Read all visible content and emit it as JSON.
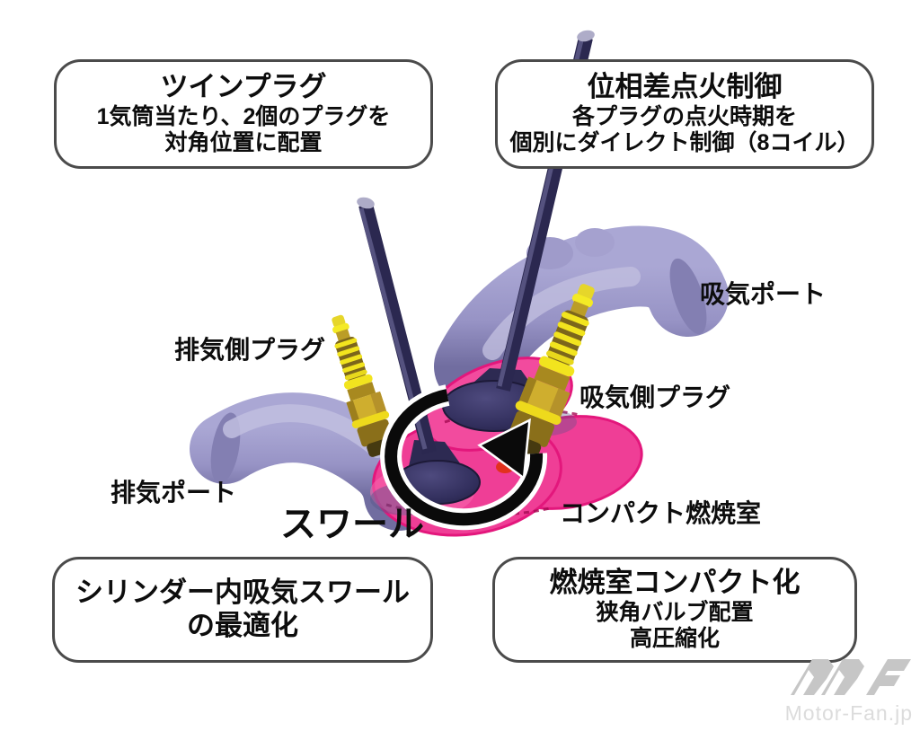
{
  "figure": {
    "callouts": {
      "twin_plug": {
        "title": "ツインプラグ",
        "lines": [
          "1気筒当たり、2個のプラグを",
          "対角位置に配置"
        ]
      },
      "phase_ignition": {
        "title": "位相差点火制御",
        "lines": [
          "各プラグの点火時期を",
          "個別にダイレクト制御（8コイル）"
        ]
      },
      "swirl_optimization": {
        "lines": [
          "シリンダー内吸気スワール",
          "の最適化"
        ]
      },
      "compact_chamber": {
        "title": "燃焼室コンパクト化",
        "lines": [
          "狭角バルブ配置",
          "高圧縮化"
        ]
      }
    },
    "labels": {
      "intake_port": "吸気ポート",
      "exhaust_side_plug": "排気側プラグ",
      "intake_side_plug": "吸気側プラグ",
      "exhaust_port": "排気ポート",
      "swirl": "スワール",
      "compact_combustion_chamber": "コンパクト燃焼室"
    },
    "parts": [
      "intake-port",
      "exhaust-port",
      "intake-valve",
      "exhaust-valve",
      "intake-side-spark-plug",
      "exhaust-side-spark-plug",
      "combustion-chamber",
      "swirl-arrow"
    ],
    "colors": {
      "background": "#ffffff",
      "chamber_pink": "#ef3e96",
      "chamber_edge": "#d9157a",
      "valve_navy": "#2d2a52",
      "port_lavender": "#9793c5",
      "plug_yellow": "#f2e41e",
      "plug_gold": "#cfae2e",
      "arrow_black": "#0a0a0a",
      "box_border": "#4b4b4b",
      "text": "#0d0d0d",
      "watermark_gray": "#c6c6c6"
    }
  },
  "watermark": {
    "logo": "MF",
    "text": "Motor-Fan.jp"
  }
}
